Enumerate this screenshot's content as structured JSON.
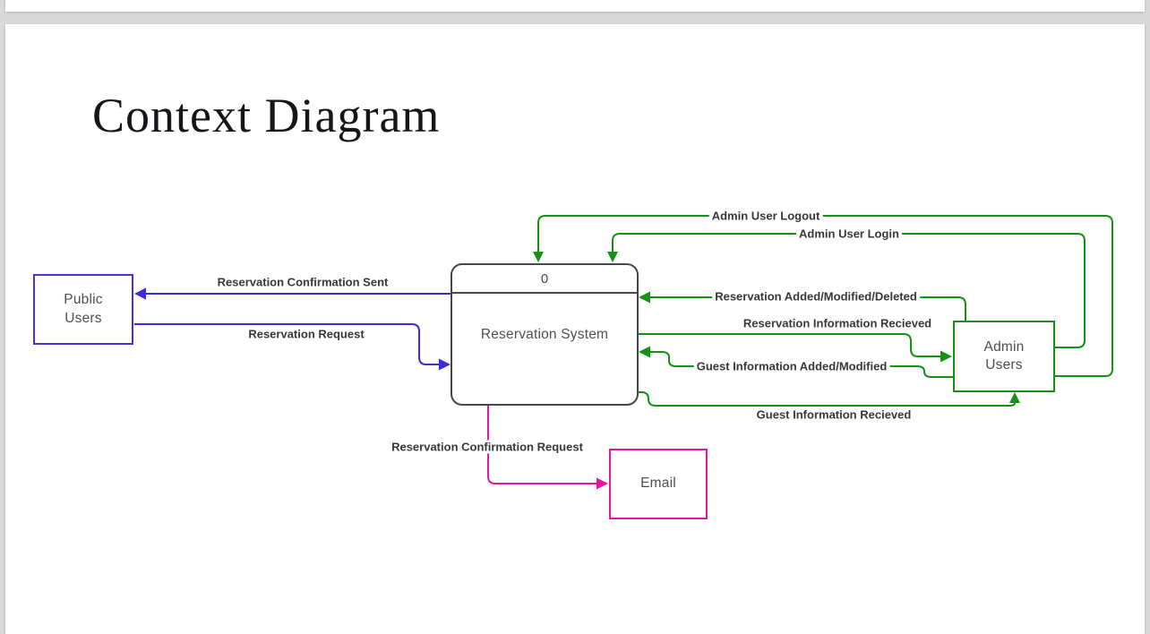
{
  "slide": {
    "title": "Context Diagram"
  },
  "diagram": {
    "process": {
      "number": "0",
      "label": "Reservation System"
    },
    "entities": {
      "public_users": {
        "label": "Public\nUsers"
      },
      "admin_users": {
        "label": "Admin\nUsers"
      },
      "email": {
        "label": "Email"
      }
    },
    "flows": [
      {
        "id": "reservation-confirmation-sent",
        "label": "Reservation Confirmation Sent",
        "color": "blue",
        "from": "Reservation System",
        "to": "Public Users"
      },
      {
        "id": "reservation-request",
        "label": "Reservation Request",
        "color": "blue",
        "from": "Public Users",
        "to": "Reservation System"
      },
      {
        "id": "admin-user-logout",
        "label": "Admin User Logout",
        "color": "green",
        "from": "Admin Users",
        "to": "Reservation System"
      },
      {
        "id": "admin-user-login",
        "label": "Admin User Login",
        "color": "green",
        "from": "Admin Users",
        "to": "Reservation System"
      },
      {
        "id": "reservation-added-modified-deleted",
        "label": "Reservation Added/Modified/Deleted",
        "color": "green",
        "from": "Admin Users",
        "to": "Reservation System"
      },
      {
        "id": "reservation-information-recieved",
        "label": "Reservation Information Recieved",
        "color": "green",
        "from": "Reservation System",
        "to": "Admin Users"
      },
      {
        "id": "guest-information-added-modified",
        "label": "Guest Information Added/Modified",
        "color": "green",
        "from": "Admin Users",
        "to": "Reservation System"
      },
      {
        "id": "guest-information-recieved",
        "label": "Guest Information Recieved",
        "color": "green",
        "from": "Reservation System",
        "to": "Admin Users"
      },
      {
        "id": "reservation-confirmation-request",
        "label": "Reservation Confirmation Request",
        "color": "magenta",
        "from": "Reservation System",
        "to": "Email"
      }
    ]
  },
  "colors": {
    "flow_blue": "#3b2bd8",
    "flow_green": "#169116",
    "flow_magenta": "#e5179f",
    "entity_blue": "#4633d9",
    "process_border": "#45464e",
    "text_gray": "#4d4f58"
  }
}
